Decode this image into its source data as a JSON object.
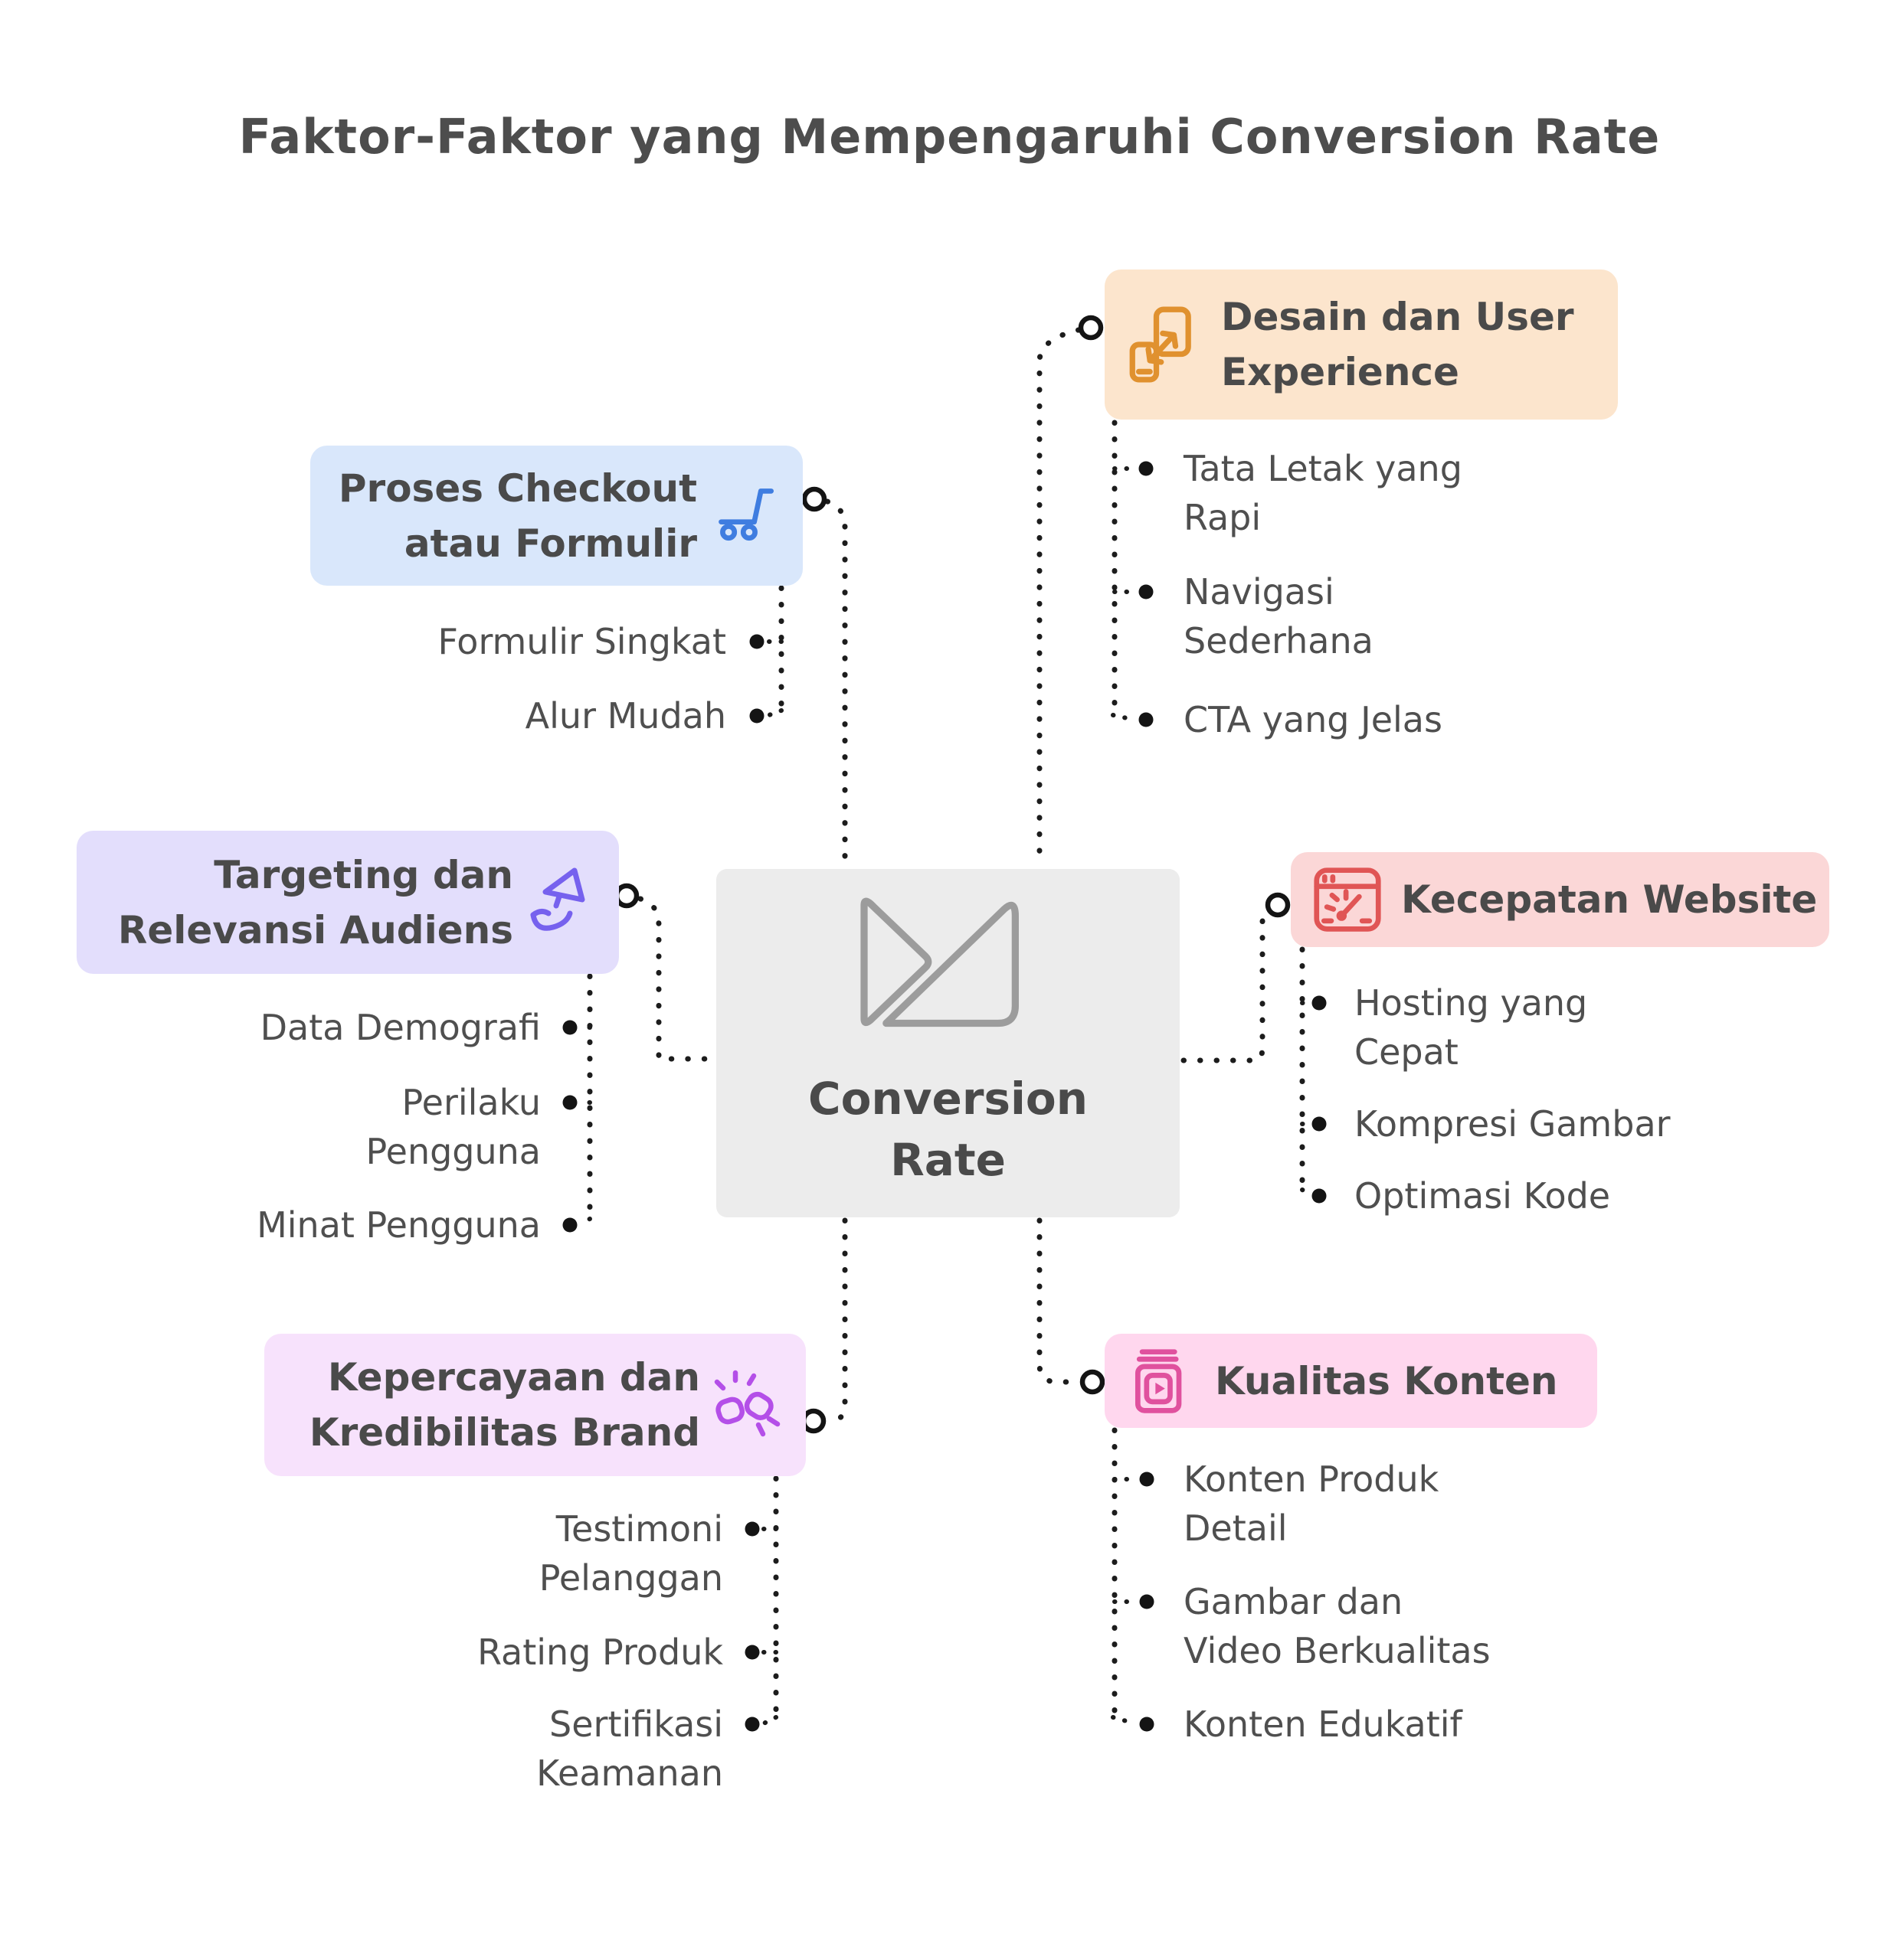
{
  "title": "Faktor-Faktor yang Mempengaruhi Conversion Rate",
  "center": {
    "label": "Conversion\nRate",
    "icon": "conversion-triangles-logo-icon",
    "bg": "#ececec",
    "logo_color": "#9c9c9c"
  },
  "colors": {
    "background": "#ffffff",
    "heading_text": "#4a4a4a",
    "item_text": "#4f4f4f",
    "connector": "#1c1c1c"
  },
  "branches": [
    {
      "label": "Desain dan User\nExperience",
      "icon": "responsive-devices-icon",
      "bg": "#fce5cd",
      "accent": "#e0912f",
      "side": "right",
      "items": [
        "Tata Letak yang\nRapi",
        "Navigasi\nSederhana",
        "CTA yang Jelas"
      ]
    },
    {
      "label": "Proses Checkout\natau Formulir",
      "icon": "shopping-cart-icon",
      "bg": "#d9e7fb",
      "accent": "#3f7de0",
      "side": "left",
      "items": [
        "Formulir Singkat",
        "Alur Mudah"
      ]
    },
    {
      "label": "Targeting dan\nRelevansi Audiens",
      "icon": "megaphone-hand-icon",
      "bg": "#e3defc",
      "accent": "#7661ee",
      "side": "left",
      "items": [
        "Data Demografi",
        "Perilaku\nPengguna",
        "Minat Pengguna"
      ]
    },
    {
      "label": "Kecepatan Website",
      "icon": "speedometer-browser-icon",
      "bg": "#fbd7d7",
      "accent": "#e05555",
      "side": "right",
      "items": [
        "Hosting yang\nCepat",
        "Kompresi Gambar",
        "Optimasi Kode"
      ]
    },
    {
      "label": "Kepercayaan dan\nKredibilitas Brand",
      "icon": "fist-bump-icon",
      "bg": "#f7e2fc",
      "accent": "#b44fe8",
      "side": "left",
      "items": [
        "Testimoni\nPelanggan",
        "Rating Produk",
        "Sertifikasi\nKeamanan"
      ]
    },
    {
      "label": "Kualitas Konten",
      "icon": "video-book-icon",
      "bg": "#ffd7ee",
      "accent": "#e0519e",
      "side": "right",
      "items": [
        "Konten Produk\nDetail",
        "Gambar dan\nVideo Berkualitas",
        "Konten Edukatif"
      ]
    }
  ]
}
